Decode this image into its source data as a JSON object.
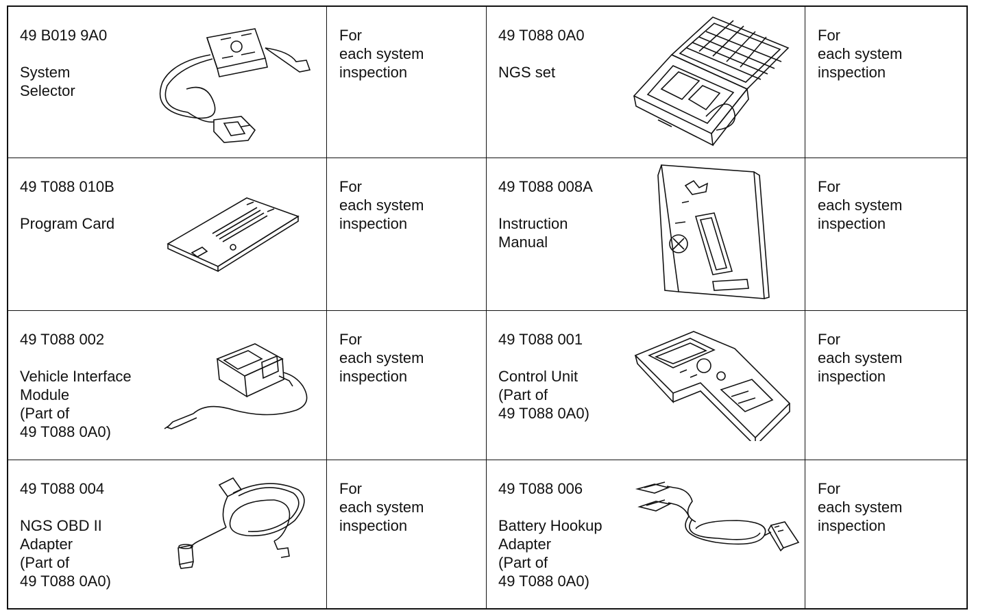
{
  "tools": [
    {
      "part_number": "49 B019 9A0",
      "description": "System\nSelector",
      "use": "For\neach system\ninspection",
      "icon": "system-selector-illustration"
    },
    {
      "part_number": "49 T088 0A0",
      "description": "NGS set",
      "use": "For\neach system\ninspection",
      "icon": "ngs-set-case-illustration"
    },
    {
      "part_number": "49 T088 010B",
      "description": "Program Card",
      "use": "For\neach system\ninspection",
      "icon": "program-card-illustration"
    },
    {
      "part_number": "49 T088 008A",
      "description": "Instruction\nManual",
      "use": "For\neach system\ninspection",
      "icon": "instruction-manual-illustration"
    },
    {
      "part_number": "49 T088 002",
      "description": "Vehicle Interface\nModule\n(Part of\n49 T088 0A0)",
      "use": "For\neach system\ninspection",
      "icon": "vehicle-interface-module-illustration"
    },
    {
      "part_number": "49 T088 001",
      "description": "Control Unit\n(Part of\n49 T088 0A0)",
      "use": "For\neach system\ninspection",
      "icon": "control-unit-illustration"
    },
    {
      "part_number": "49 T088 004",
      "description": "NGS OBD II\nAdapter\n(Part of\n49 T088 0A0)",
      "use": "For\neach system\ninspection",
      "icon": "obd-adapter-illustration"
    },
    {
      "part_number": "49 T088 006",
      "description": "Battery Hookup\nAdapter\n(Part of\n49 T088 0A0)",
      "use": "For\neach system\ninspection",
      "icon": "battery-hookup-adapter-illustration"
    }
  ]
}
